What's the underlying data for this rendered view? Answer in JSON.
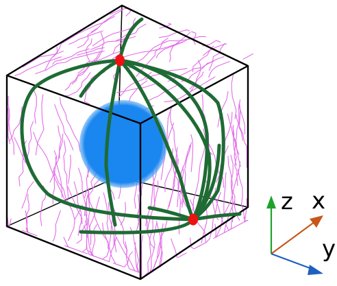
{
  "axes": {
    "z_label": "z",
    "x_label": "x",
    "y_label": "y",
    "z_color": "#1fa22a",
    "x_color": "#c8561b",
    "y_color": "#1f5fbf"
  },
  "colors": {
    "cube_edges": "#000000",
    "network_fibers": "#e36ce8",
    "trajectories": "#1e6b34",
    "sphere": "#1a86ef",
    "endpoints": "#ee1111"
  },
  "elements": {
    "sphere": "blue-sphere",
    "endpoint_top": "red-endpoint-top",
    "endpoint_bottom": "red-endpoint-bottom"
  }
}
